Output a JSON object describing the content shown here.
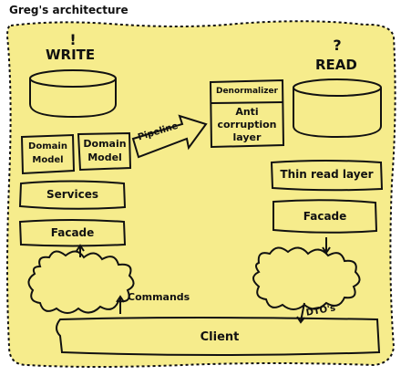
{
  "title": "Greg's architecture",
  "write": {
    "mark": "!",
    "label": "WRITE"
  },
  "read": {
    "mark": "?",
    "label": "READ"
  },
  "domain_model_label": "Domain Model",
  "services_label": "Services",
  "write_facade_label": "Facade",
  "pipeline_label": "Pipeline",
  "denormalizer_label": "Denormalizer",
  "anti_corruption_label": "Anti corruption layer",
  "thin_read_layer_label": "Thin read layer",
  "read_facade_label": "Facade",
  "commands_label": "Commands",
  "dtos_label": "DTO's",
  "client_label": "Client",
  "colors": {
    "fill": "#f6ec8c",
    "stroke": "#111111",
    "background": "#ffffff"
  }
}
